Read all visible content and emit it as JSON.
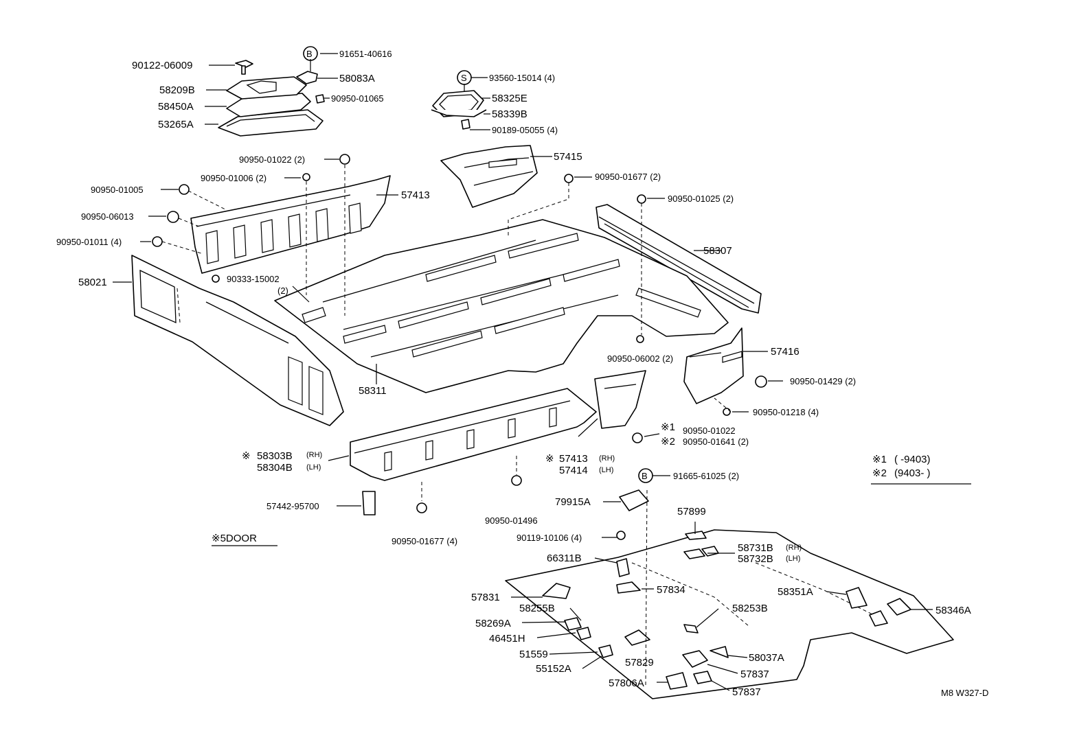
{
  "diagram": {
    "drawing_code": "M8 W327-D",
    "variant_note": "※5DOOR",
    "legend": {
      "row1_mark": "※1",
      "row1_range": "( -9403)",
      "row2_mark": "※2",
      "row2_range": "(9403- )"
    },
    "callouts": [
      {
        "id": "c01",
        "text": "90122-06009"
      },
      {
        "id": "c02",
        "mark": "B",
        "text": "91651-40616"
      },
      {
        "id": "c03",
        "text": "58083A"
      },
      {
        "id": "c04",
        "text": "58209B"
      },
      {
        "id": "c05",
        "text": "58450A"
      },
      {
        "id": "c06",
        "text": "53265A"
      },
      {
        "id": "c07",
        "text": "90950-01065"
      },
      {
        "id": "c08",
        "mark": "S",
        "text": "93560-15014 (4)"
      },
      {
        "id": "c09",
        "text": "58325E"
      },
      {
        "id": "c10",
        "text": "58339B"
      },
      {
        "id": "c11",
        "text": "90189-05055 (4)"
      },
      {
        "id": "c12",
        "text": "57415"
      },
      {
        "id": "c13",
        "text": "90950-01022 (2)"
      },
      {
        "id": "c14",
        "text": "90950-01006 (2)"
      },
      {
        "id": "c15",
        "text": "90950-01005"
      },
      {
        "id": "c16",
        "text": "57413"
      },
      {
        "id": "c17",
        "text": "90950-01677 (2)"
      },
      {
        "id": "c18",
        "text": "90950-01025 (2)"
      },
      {
        "id": "c19",
        "text": "90950-06013"
      },
      {
        "id": "c20",
        "text": "90950-01011 (4)"
      },
      {
        "id": "c21",
        "text": "58307"
      },
      {
        "id": "c22",
        "text": "58021"
      },
      {
        "id": "c23",
        "text": "90333-15002"
      },
      {
        "id": "c24",
        "text": "(2)"
      },
      {
        "id": "c25",
        "text": "58311"
      },
      {
        "id": "c26",
        "text": "57416"
      },
      {
        "id": "c27",
        "text": "90950-06002 (2)"
      },
      {
        "id": "c28",
        "text": "90950-01429 (2)"
      },
      {
        "id": "c29",
        "text": "90950-01218 (4)"
      },
      {
        "id": "c30",
        "mark": "※1",
        "text": "90950-01022"
      },
      {
        "id": "c31",
        "mark": "※2",
        "text": "90950-01641 (2)"
      },
      {
        "id": "c32",
        "mark": "※",
        "text": "58303B",
        "suffix": "(RH)"
      },
      {
        "id": "c33",
        "text": "58304B",
        "suffix": "(LH)"
      },
      {
        "id": "c34",
        "mark": "※",
        "text": "57413",
        "suffix": "(RH)"
      },
      {
        "id": "c35",
        "text": "57414",
        "suffix": "(LH)"
      },
      {
        "id": "c36",
        "mark": "B",
        "text": "91665-61025 (2)"
      },
      {
        "id": "c37",
        "text": "57442-95700"
      },
      {
        "id": "c38",
        "text": "79915A"
      },
      {
        "id": "c39",
        "text": "90950-01496"
      },
      {
        "id": "c40",
        "text": "57899"
      },
      {
        "id": "c41",
        "text": "90119-10106 (4)"
      },
      {
        "id": "c42",
        "text": "90950-01677 (4)"
      },
      {
        "id": "c43",
        "text": "58731B",
        "suffix": "(RH)"
      },
      {
        "id": "c44",
        "text": "58732B",
        "suffix": "(LH)"
      },
      {
        "id": "c45",
        "text": "66311B"
      },
      {
        "id": "c46",
        "text": "57834"
      },
      {
        "id": "c47",
        "text": "58351A"
      },
      {
        "id": "c48",
        "text": "57831"
      },
      {
        "id": "c49",
        "text": "58255B"
      },
      {
        "id": "c50",
        "text": "58253B"
      },
      {
        "id": "c51",
        "text": "58346A"
      },
      {
        "id": "c52",
        "text": "58269A"
      },
      {
        "id": "c53",
        "text": "46451H"
      },
      {
        "id": "c54",
        "text": "51559"
      },
      {
        "id": "c55",
        "text": "57829"
      },
      {
        "id": "c56",
        "text": "58037A"
      },
      {
        "id": "c57",
        "text": "55152A"
      },
      {
        "id": "c58",
        "text": "57837"
      },
      {
        "id": "c59",
        "text": "57806A"
      },
      {
        "id": "c60",
        "text": "57837"
      }
    ]
  }
}
